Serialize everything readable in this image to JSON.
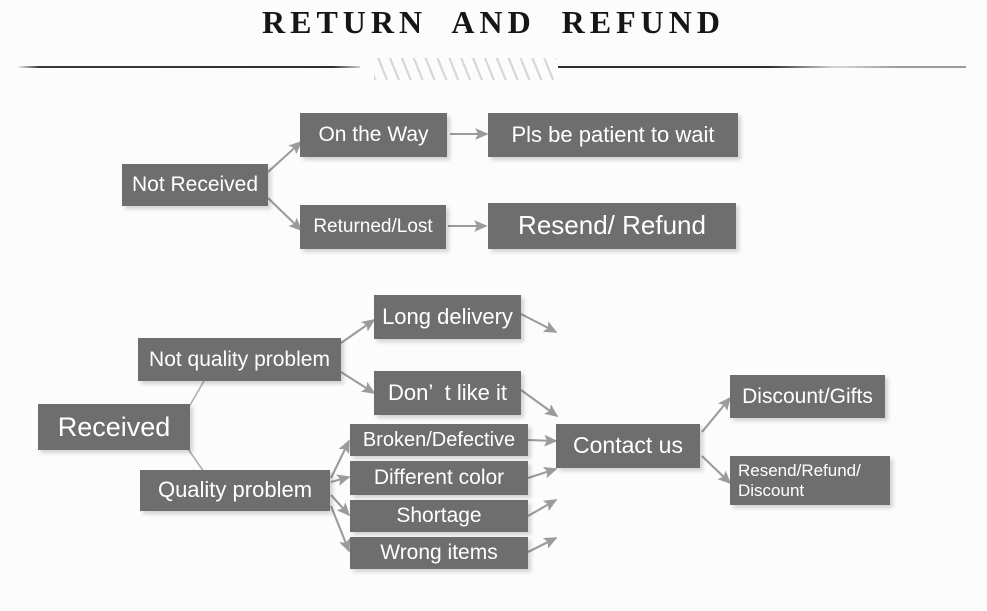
{
  "header": {
    "title": "RETURN  AND  REFUND",
    "divider_icon": "hatched-divider"
  },
  "colors": {
    "background": "#fcfcfc",
    "node_fill": "#6e6e6e",
    "node_text": "#ffffff",
    "arrow": "#9b9b9b",
    "title_text": "#161616",
    "divider_line": "#2e2e2e"
  },
  "flow": {
    "not_received_branch": {
      "root": "Not Received",
      "steps": [
        {
          "cause": "On the Way",
          "result": "Pls be patient to wait"
        },
        {
          "cause": "Returned/Lost",
          "result": "Resend/ Refund"
        }
      ]
    },
    "received_branch": {
      "root": "Received",
      "categories": [
        {
          "label": "Not quality problem",
          "reasons": [
            "Long delivery",
            "Don’  t like it"
          ]
        },
        {
          "label": "Quality problem",
          "reasons": [
            "Broken/Defective",
            "Different color",
            "Shortage",
            "Wrong items"
          ]
        }
      ],
      "hub": "Contact us",
      "outcomes": [
        "Discount/Gifts",
        "Resend/Refund/\nDiscount"
      ]
    }
  }
}
